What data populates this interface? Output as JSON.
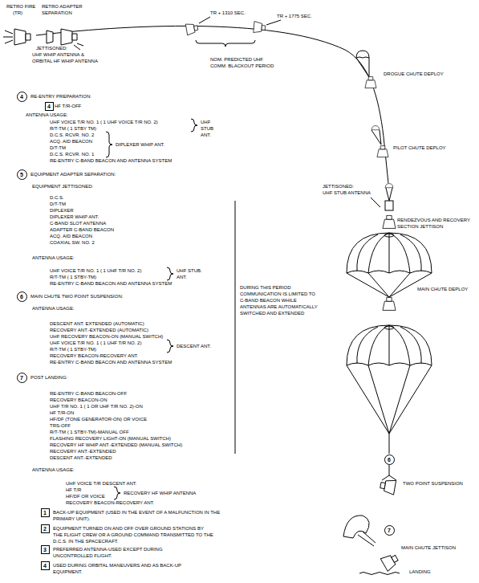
{
  "diagram": {
    "nodes": [
      {
        "text": [
          "4"
        ]
      },
      {
        "text": [
          "4"
        ]
      },
      {
        "text": [
          "5"
        ]
      },
      {
        "text": [
          "6"
        ]
      },
      {
        "text": [
          "7"
        ]
      },
      {
        "text": [
          "6"
        ]
      },
      {
        "text": [
          "1"
        ]
      },
      {
        "text": [
          "2"
        ]
      },
      {
        "text": [
          "7"
        ]
      },
      {
        "text": [
          "3"
        ]
      },
      {
        "text": [
          "4"
        ]
      }
    ],
    "labels": [
      "RETRO FIRE",
      "(TR)",
      "RETRO ADAPTER SEPARATION",
      "JETTISONED:",
      "UHF WHIP ANTENNA &",
      "ORBITAL HF WHIP ANTENNA",
      "TR + 1310 SEC.",
      "TR + 1775 SEC.",
      "NOM. PREDICTED UHF",
      "COMM. BLACKOUT PERIOD",
      "DROGUE CHUTE DEPLOY",
      "RE-ENTRY PREPARATION:",
      "HF T/R-OFF",
      "ANTENNA USAGE:",
      "UHF VOICE T/R NO. 1 ( 1 UHF VOICE T/R NO. 2)",
      "R/T-TM ( 1 STBY TM)",
      "D.C.S. RCVR. NO. 2",
      "ACQ. AID BEACON",
      "D/T-TM",
      "D.C.S. RCVR. NO. 1",
      "RE-ENTRY C-BAND BEACON AND ANTENNA SYSTEM",
      "UHF STUB ANT.",
      "DIPLEXER WHIP ANT.",
      "PILOT CHUTE DEPLOY",
      "EQUIPMENT ADAPTER SEPARATION:",
      "EQUIPMENT JETTISONED:",
      "D.C.S.",
      "D/T-TM",
      "DIPLEXER",
      "DIPLEXER WHIP ANT.",
      "C-BAND SLOT ANTENNA",
      "ADAPTER C-BAND BEACON",
      "ACQ. AID BEACON",
      "COAXIAL SW. NO. 2",
      "JETTISONED:",
      "UHF STUB ANTENNA",
      "RENDEZVOUS AND RECOVERY SECTION JETTISON",
      "ANTENNA USAGE:",
      "UHF VOICE T/R NO. 1 ( 1 UHF T/R NO. 2)",
      "R/T-TM ( 1 STBY-TM)",
      "RE-ENTRY C-BAND BEACON AND ANTENNA SYSTEM",
      "UHF STUB. ANT.",
      "MAIN CHUTE TWO POINT SUSPENSION:",
      "ANTENNA USAGE:",
      "DESCENT ANT. EXTENDED (AUTOMATIC)",
      "RECOVERY ANT.-EXTENDED (AUTOMATIC)",
      "UHF RECOVERY BEACON-ON (MANUAL SWITCH)",
      "UHF VOICE T/R NO. 1 ( 1 UHF T/R NO. 2)",
      "R/T-TM ( 1 STBY-TM)",
      "RECOVERY BEACON-RECOVERY ANT.",
      "RE-ENTRY C-BAND BEACON AND ANTENNA SYSTEM",
      "DESCENT ANT.",
      "DURING THIS PERIOD COMMUNICATION IS LIMITED TO C-BAND BEACON WHILE ANTENNAS ARE AUTOMATICALLY SWITCHED AND EXTENDED",
      "MAIN CHUTE DEPLOY",
      "POST LANDING:",
      "RE-ENTRY C-BAND BEACON-OFF",
      "RECOVERY BEACON-ON",
      "UHF T/R NO. 1 ( 1 OR UHF T/R NO. 2)-ON",
      "HF T/R-ON",
      "HF/DF (TONE GENERATOR-ON) OR VOICE",
      "TRS-OFF",
      "R/T-TM ( 1 STBY-TM)-MANUAL OFF",
      "FLASHING RECOVERY LIGHT-ON (MANUAL SWITCH)",
      "RECOVERY HF WHIP ANT.-EXTENDED (MANUAL SWITCH)",
      "RECOVERY ANT.-EXTENDED",
      "DESCENT ANT.-EXTENDED",
      "ANTENNA USAGE:",
      "UHF VOICE T/R DESCENT ANT.",
      "HF T/R",
      "HF/DF OR VOICE",
      "RECOVERY BEACON-RECOVERY ANT.",
      "RECOVERY HF WHIP ANTENNA",
      "TWO POINT SUSPENSION",
      "MAIN CHUTE JETTISON",
      "LANDING",
      "BACK-UP EQUIPMENT (USED IN THE EVENT OF A MALFUNCTION IN THE PRIMARY UNIT).",
      "EQUIPMENT TURNED ON AND OFF OVER GROUND STATIONS BY THE FLIGHT CREW OR A GROUND COMMAND TRANSMITTED TO THE D.C.S. IN THE SPACECRAFT.",
      "PREFERRED ANTENNA-USED EXCEPT DURING UNCONTROLLED FLIGHT.",
      "USED DURING ORBITAL MANEUVERS AND AS BACK-UP EQUIPMENT."
    ]
  }
}
